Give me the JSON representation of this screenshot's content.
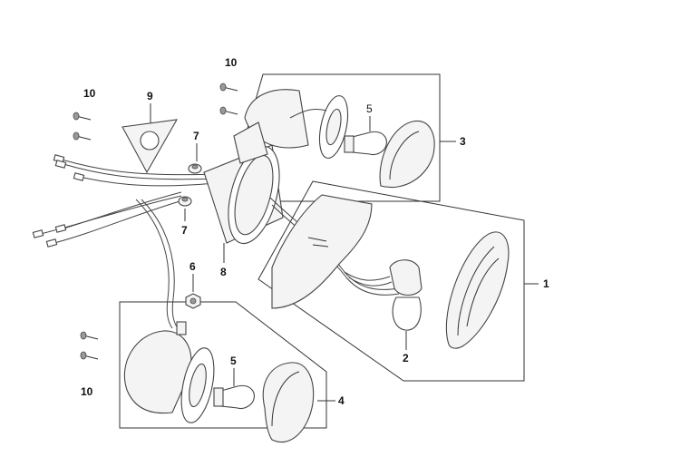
{
  "diagram": {
    "callouts": [
      {
        "id": "c1",
        "text": "1"
      },
      {
        "id": "c2",
        "text": "2"
      },
      {
        "id": "c3",
        "text": "3"
      },
      {
        "id": "c4",
        "text": "4"
      },
      {
        "id": "c5a",
        "text": "5"
      },
      {
        "id": "c5b",
        "text": "5"
      },
      {
        "id": "c6",
        "text": "6"
      },
      {
        "id": "c7a",
        "text": "7"
      },
      {
        "id": "c7b",
        "text": "7"
      },
      {
        "id": "c8",
        "text": "8"
      },
      {
        "id": "c9",
        "text": "9"
      },
      {
        "id": "c10a",
        "text": "10"
      },
      {
        "id": "c10b",
        "text": "10"
      },
      {
        "id": "c10c",
        "text": "10"
      }
    ]
  }
}
